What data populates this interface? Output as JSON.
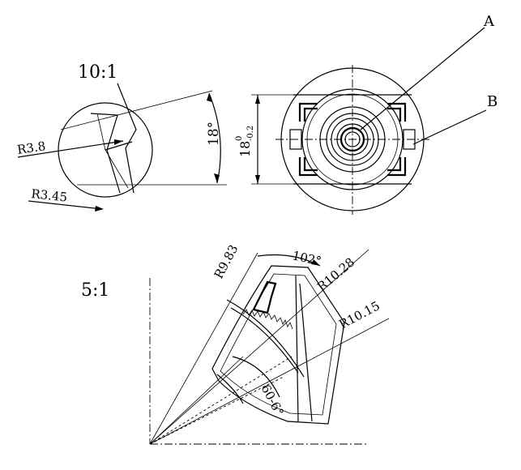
{
  "detail_top": {
    "scale": "10:1",
    "radius_upper": "R3.8",
    "radius_lower": "R3.45",
    "angle": "18°"
  },
  "front_view": {
    "dimension_base": "18",
    "dimension_upper_tol": "0",
    "dimension_lower_tol": "-0.2",
    "callout_a": "A",
    "callout_b": "B"
  },
  "detail_bottom": {
    "scale": "5:1",
    "radius_1": "R9.83",
    "angle_1": "102°",
    "radius_2": "R10.28",
    "radius_3": "R10.15",
    "angle_2": "60-6°"
  }
}
